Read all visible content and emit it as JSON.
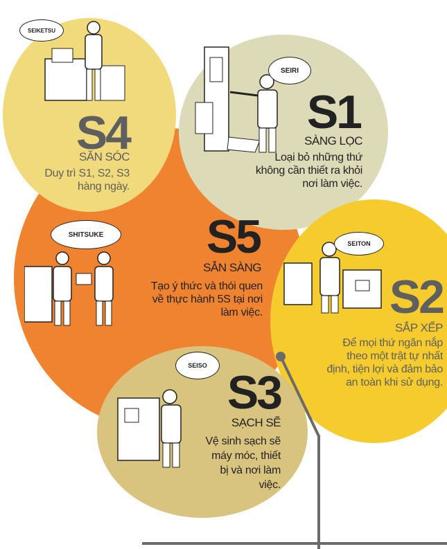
{
  "colors": {
    "s4": "#f1da7c",
    "s1": "#dcdab7",
    "s5": "#f0832f",
    "s2": "#f6cb2e",
    "s3": "#d9c47f",
    "connector": "#6b6b6b"
  },
  "s4": {
    "title": "S4",
    "name": "SĂN SÓC",
    "bubble": "SEIKETSU",
    "desc_lines": [
      "Duy trì S1, S2, S3",
      "hàng ngày."
    ]
  },
  "s1": {
    "title": "S1",
    "name": "SÀNG LỌC",
    "bubble": "SEIRI",
    "desc_lines": [
      "Loại bỏ những thứ",
      "không cần thiết ra khỏi",
      "nơi làm việc."
    ]
  },
  "s5": {
    "title": "S5",
    "name": "SẴN SÀNG",
    "bubble": "SHITSUKE",
    "desc_lines": [
      "Tạo ý thức và thói quen",
      "về thực hành 5S tại nơi",
      "làm việc."
    ]
  },
  "s2": {
    "title": "S2",
    "name": "SẮP XẾP",
    "bubble": "SEITON",
    "desc_lines": [
      "Để mọi thứ ngăn nắp",
      "theo một trật tự nhất",
      "định, tiện lợi và đảm bảo",
      "an toàn khi sử dụng."
    ]
  },
  "s3": {
    "title": "S3",
    "name": "SẠCH SẼ",
    "bubble": "SEISO",
    "desc_lines": [
      "Vệ sinh sạch sẽ",
      "máy móc, thiết",
      "bị và nơi làm",
      "việc."
    ]
  }
}
